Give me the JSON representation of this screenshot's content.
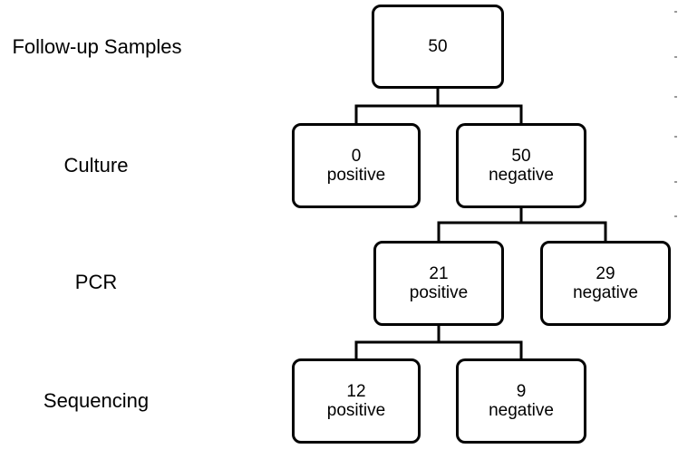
{
  "rows": {
    "follow_up": "Follow-up Samples",
    "culture": "Culture",
    "pcr": "PCR",
    "sequencing": "Sequencing"
  },
  "nodes": {
    "root": {
      "count": "50",
      "result": ""
    },
    "culture_positive": {
      "count": "0",
      "result": "positive"
    },
    "culture_negative": {
      "count": "50",
      "result": "negative"
    },
    "pcr_positive": {
      "count": "21",
      "result": "positive"
    },
    "pcr_negative": {
      "count": "29",
      "result": "negative"
    },
    "sequencing_positive": {
      "count": "12",
      "result": "positive"
    },
    "sequencing_negative": {
      "count": "9",
      "result": "negative"
    }
  }
}
